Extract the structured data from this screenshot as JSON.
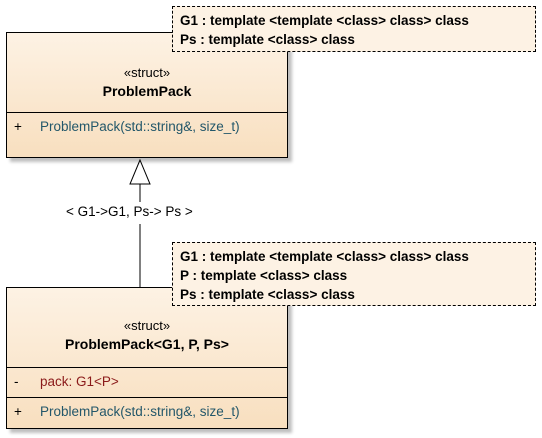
{
  "top_class": {
    "stereotype": "«struct»",
    "name": "ProblemPack",
    "operations": [
      {
        "visibility": "+",
        "text": "ProblemPack(std::string&, size_t)"
      }
    ],
    "template_params": [
      "G1 : template <template <class> class> class",
      "Ps : template <class> class"
    ]
  },
  "bottom_class": {
    "stereotype": "«struct»",
    "name": "ProblemPack<G1, P, Ps>",
    "attributes": [
      {
        "visibility": "-",
        "text": "pack: G1<P>"
      }
    ],
    "operations": [
      {
        "visibility": "+",
        "text": "ProblemPack(std::string&, size_t)"
      }
    ],
    "template_params": [
      "G1 : template <template <class> class> class",
      "P : template <class> class",
      "Ps : template <class> class"
    ]
  },
  "binding_label": "< G1->G1, Ps-> Ps >"
}
